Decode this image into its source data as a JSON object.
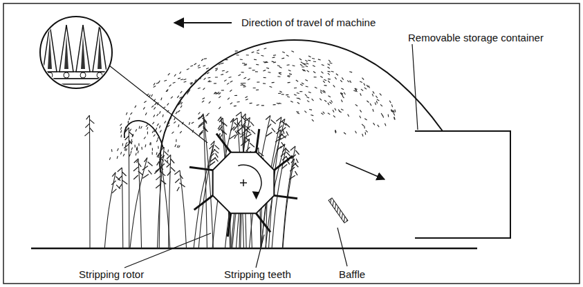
{
  "diagram": {
    "labels": [
      "Direction of travel of machine",
      "Removable storage container",
      "Stripping rotor",
      "Stripping teeth",
      "Baffle"
    ]
  }
}
